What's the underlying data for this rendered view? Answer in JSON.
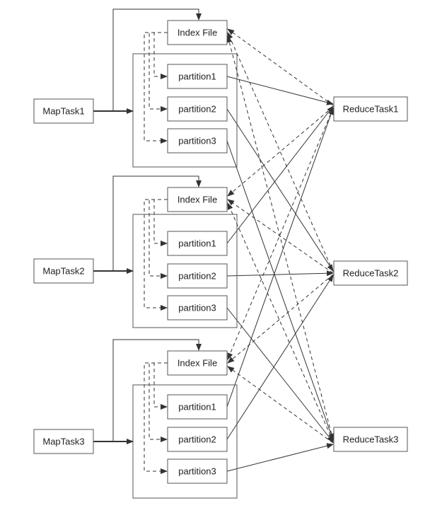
{
  "map_groups": [
    {
      "map_task": "MapTask1",
      "index_file": "Index File",
      "partitions": [
        "partition1",
        "partition2",
        "partition3"
      ]
    },
    {
      "map_task": "MapTask2",
      "index_file": "Index File",
      "partitions": [
        "partition1",
        "partition2",
        "partition3"
      ]
    },
    {
      "map_task": "MapTask3",
      "index_file": "Index File",
      "partitions": [
        "partition1",
        "partition2",
        "partition3"
      ]
    }
  ],
  "reduce_tasks": [
    "ReduceTask1",
    "ReduceTask2",
    "ReduceTask3"
  ],
  "colors": {
    "stroke": "#555555",
    "text": "#222222",
    "background": "#ffffff"
  }
}
